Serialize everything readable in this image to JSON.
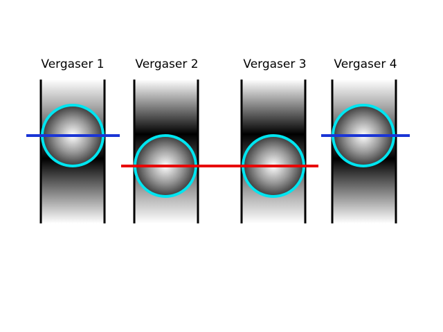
{
  "diagram": {
    "carburetors": [
      {
        "label": "Vergaser 1",
        "level": "high"
      },
      {
        "label": "Vergaser 2",
        "level": "low"
      },
      {
        "label": "Vergaser 3",
        "level": "low"
      },
      {
        "label": "Vergaser 4",
        "level": "high"
      }
    ],
    "colors": {
      "background": "#ffffff",
      "cylinder_wall": "#000000",
      "ball_ring": "#00e5f0",
      "high_level_line": "#1a35d6",
      "low_level_line": "#e80000"
    }
  }
}
